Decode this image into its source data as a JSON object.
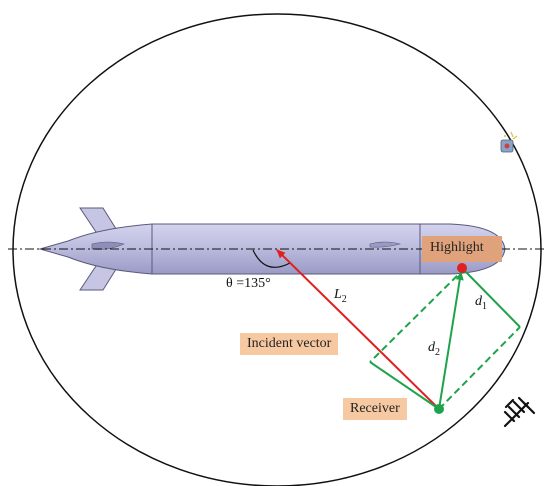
{
  "labels": {
    "highlight": "Highlight",
    "incident_vector": "Incident vector",
    "receiver": "Receiver",
    "theta": "θ =135°",
    "L2_main": "L",
    "L2_sub": "2",
    "d1_main": "d",
    "d1_sub": "1",
    "d2_main": "d",
    "d2_sub": "2"
  },
  "colors": {
    "hull_fill": "#b9b9de",
    "hull_stroke": "#5a5a7a",
    "highlight_box": "#e0a27a",
    "label_box": "#f7c9a3",
    "incident": "#e02020",
    "green": "#1fa34a",
    "highlight_point": "#e02020",
    "receiver_point": "#1fa34a"
  },
  "icons": {
    "corner_icon": "small-model-icon",
    "hydrophone_icon": "hydrophone-array-icon"
  }
}
